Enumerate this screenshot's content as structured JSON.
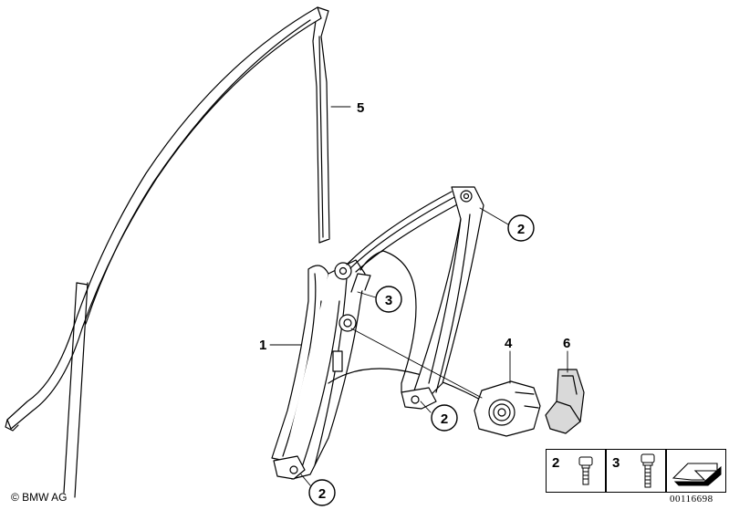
{
  "callouts": {
    "c1": "1",
    "c2a": "2",
    "c2b": "2",
    "c2c": "2",
    "c3": "3",
    "c4": "4",
    "c5": "5",
    "c6": "6"
  },
  "hardware_key": {
    "screw_2_label": "2",
    "screw_3_label": "3"
  },
  "footer": {
    "copyright": "© BMW AG",
    "diagram_id": "00116698"
  },
  "colors": {
    "line": "#000000",
    "fill": "#ffffff",
    "shade": "#cfcfcf"
  }
}
